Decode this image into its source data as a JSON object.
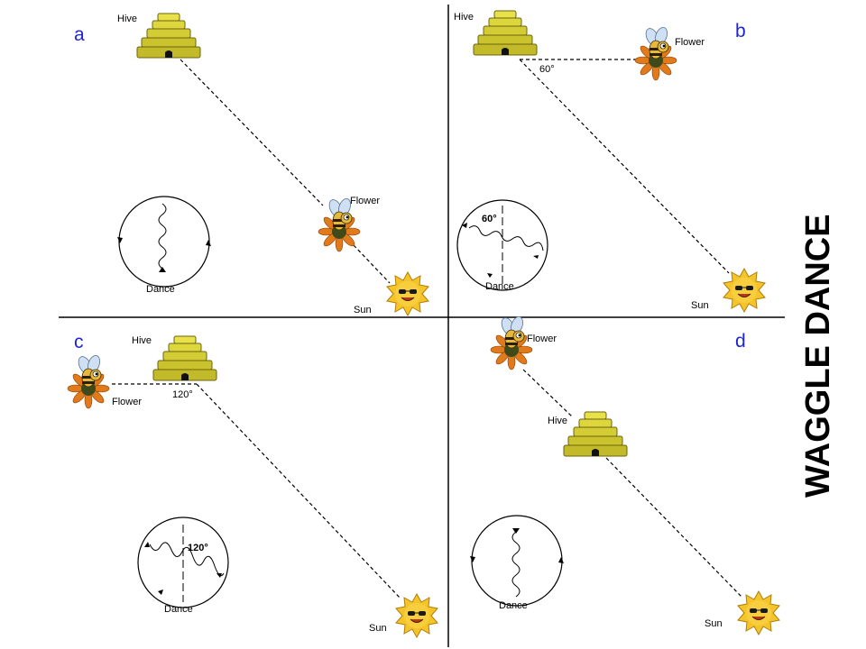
{
  "title": "WAGGLE DANCE",
  "labels": {
    "hive": "Hive",
    "flower": "Flower",
    "sun": "Sun",
    "dance": "Dance"
  },
  "panels": [
    {
      "id": "a",
      "angle": ""
    },
    {
      "id": "b",
      "angle": "60°"
    },
    {
      "id": "c",
      "angle": "120°"
    },
    {
      "id": "d",
      "angle": ""
    }
  ],
  "icons": {
    "hive": "beehive-icon",
    "bee_flower": "bee-on-flower-icon",
    "sun": "smiling-sun-icon"
  },
  "colors": {
    "panel_letter": "#1f24d6",
    "hive": "#d8d23a",
    "sun": "#f5c42a",
    "flower": "#e07a1a"
  }
}
